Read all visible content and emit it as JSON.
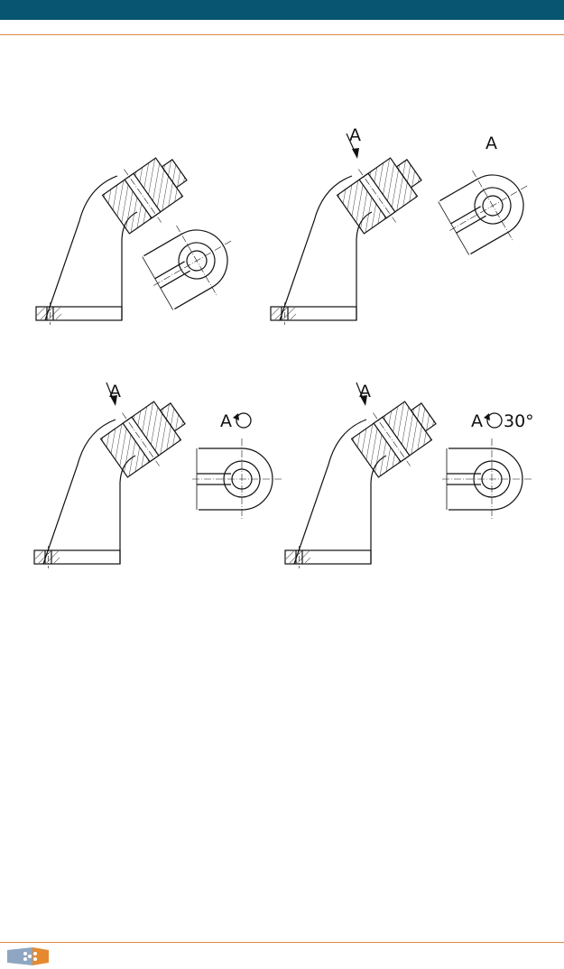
{
  "colors": {
    "header_bar": "#075570",
    "accent_line": "#e08a3c",
    "logo_blue": "#8ea6c2",
    "logo_orange": "#e58a2f",
    "ink": "#111111"
  },
  "figures": {
    "section_label_1": "A",
    "view_label_2": "A",
    "section_label_3": "A",
    "view_label_3": "A",
    "section_label_4": "A",
    "view_label_4": "A",
    "rotation_angle_4": "30°"
  },
  "icons": {
    "rotation": "rotation-arrow-icon",
    "logo": "publisher-logo-icon"
  }
}
